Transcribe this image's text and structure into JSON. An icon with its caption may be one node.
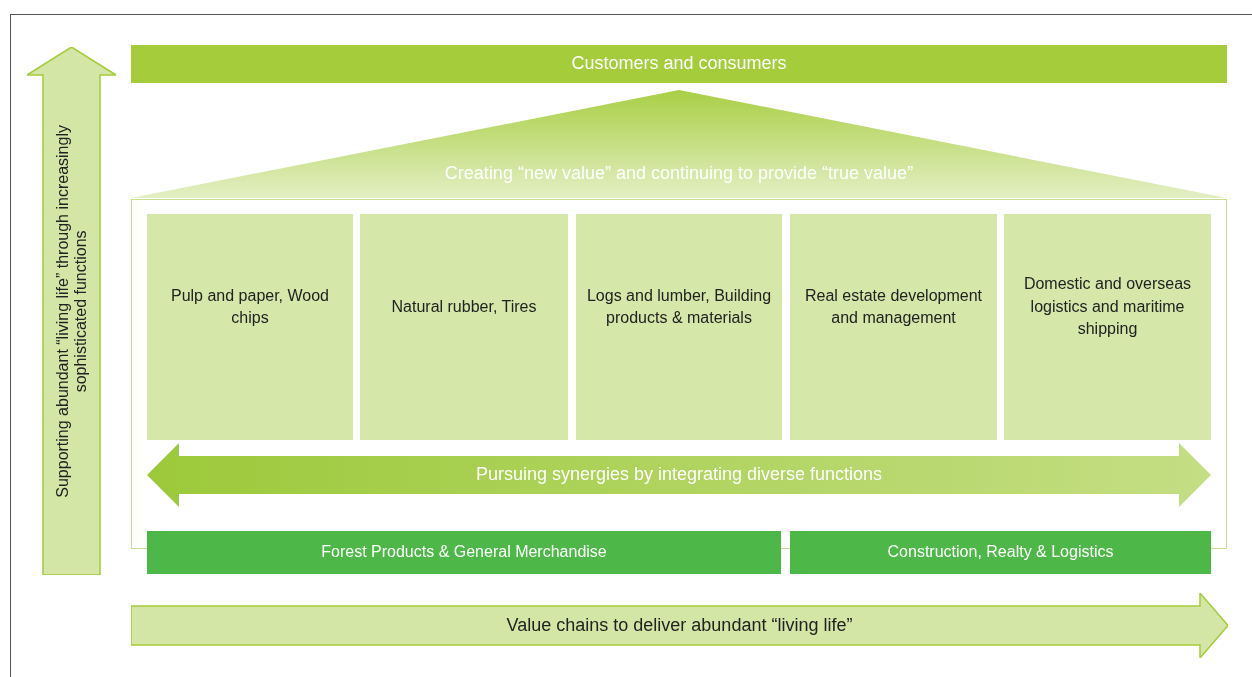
{
  "diagram": {
    "nodes": [
      {
        "text": [
          "Customers and consumers"
        ]
      },
      {
        "text": [
          "Creating “new value” and continuing to provide “true value”"
        ]
      },
      {
        "text": [
          "Pulp and paper, Wood chips"
        ]
      },
      {
        "text": [
          "Natural rubber, Tires"
        ]
      },
      {
        "text": [
          "Logs and lumber, Building products & materials"
        ]
      },
      {
        "text": [
          "Real estate development and management"
        ]
      },
      {
        "text": [
          "Domestic and overseas logistics and maritime shipping"
        ]
      },
      {
        "text": [
          "Pursuing synergies by integrating diverse functions"
        ]
      },
      {
        "text": [
          "Forest Products & General Merchandise"
        ]
      },
      {
        "text": [
          "Construction, Realty & Logistics"
        ]
      },
      {
        "text": [
          "Supporting abundant “living life” through increasingly sophisticated functions"
        ]
      },
      {
        "text": [
          "Value chains to deliver abundant “living life”"
        ]
      }
    ]
  }
}
